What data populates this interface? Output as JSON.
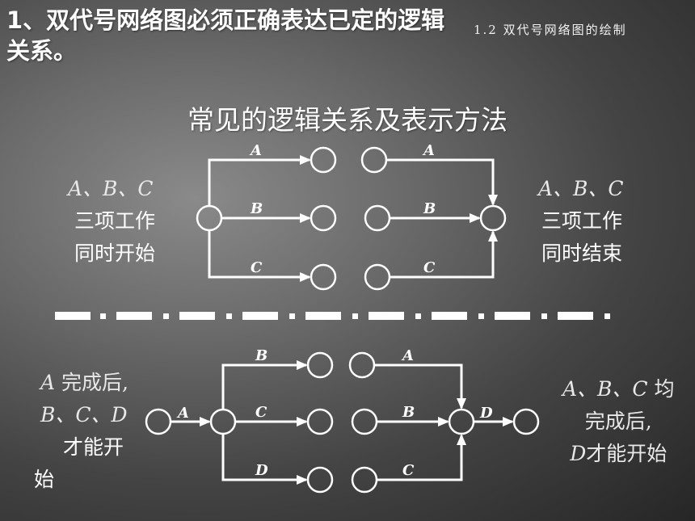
{
  "slide": {
    "heading": "1、双代号网络图必须正确表达已定的逻辑关系。",
    "section_label": "1.2 双代号网络图的绘制",
    "subtitle": "常见的逻辑关系及表示方法"
  },
  "top_left": {
    "line1": "A、B、C",
    "line2": "三项工作",
    "line3": "同时开始"
  },
  "top_right": {
    "line1": "A、B、C",
    "line2": "三项工作",
    "line3": "同时结束"
  },
  "bottom_left": {
    "line1a": "A",
    "line1b": " 完成后,",
    "line2": "B、C、D",
    "line3": "才能开",
    "line4": "始"
  },
  "bottom_right": {
    "line1a": "A、B、C",
    "line1b": " 均",
    "line2": "完成后,",
    "line3a": "D",
    "line3b": "才能开始"
  },
  "activities": {
    "d1": [
      "A",
      "B",
      "C"
    ],
    "d2": [
      "A",
      "B",
      "C"
    ],
    "d3_in": "A",
    "d3": [
      "B",
      "C",
      "D"
    ],
    "d4": [
      "A",
      "B",
      "C"
    ],
    "d4_out": "D"
  }
}
